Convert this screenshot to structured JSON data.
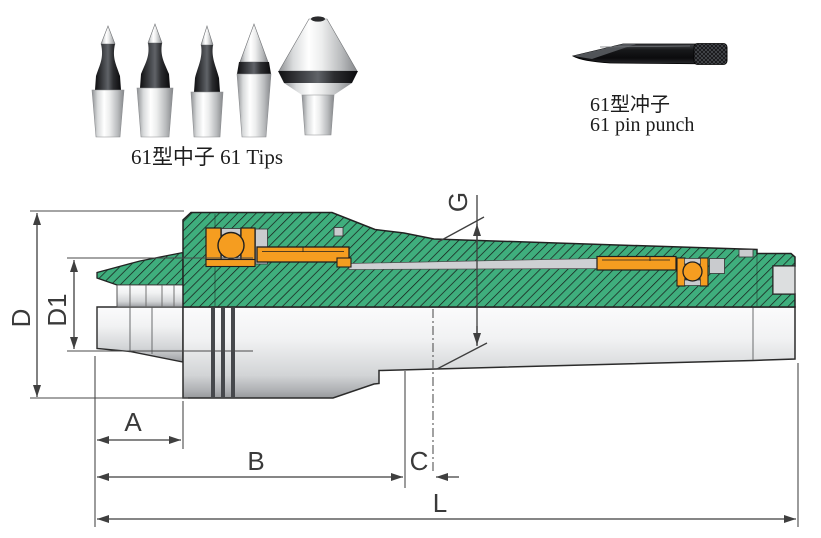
{
  "figure": {
    "tips_photo": {
      "caption": "61型中子  61 Tips",
      "item_count": 5
    },
    "punch_photo": {
      "caption_cn": "61型冲子",
      "caption_en": "61 pin punch"
    },
    "drawing": {
      "dimension_labels": {
        "D": "D",
        "D1": "D1",
        "G": "G",
        "A": "A",
        "B": "B",
        "C": "C",
        "L": "L"
      },
      "colors": {
        "section_green": "#3FAE7D",
        "hatch_line": "#151515",
        "bearing_orange": "#F59D20",
        "metal_light": "#F4F5F6",
        "metal_dark": "#97999C",
        "outline": "#262626",
        "dimension_line": "#3F3F3F"
      }
    }
  }
}
